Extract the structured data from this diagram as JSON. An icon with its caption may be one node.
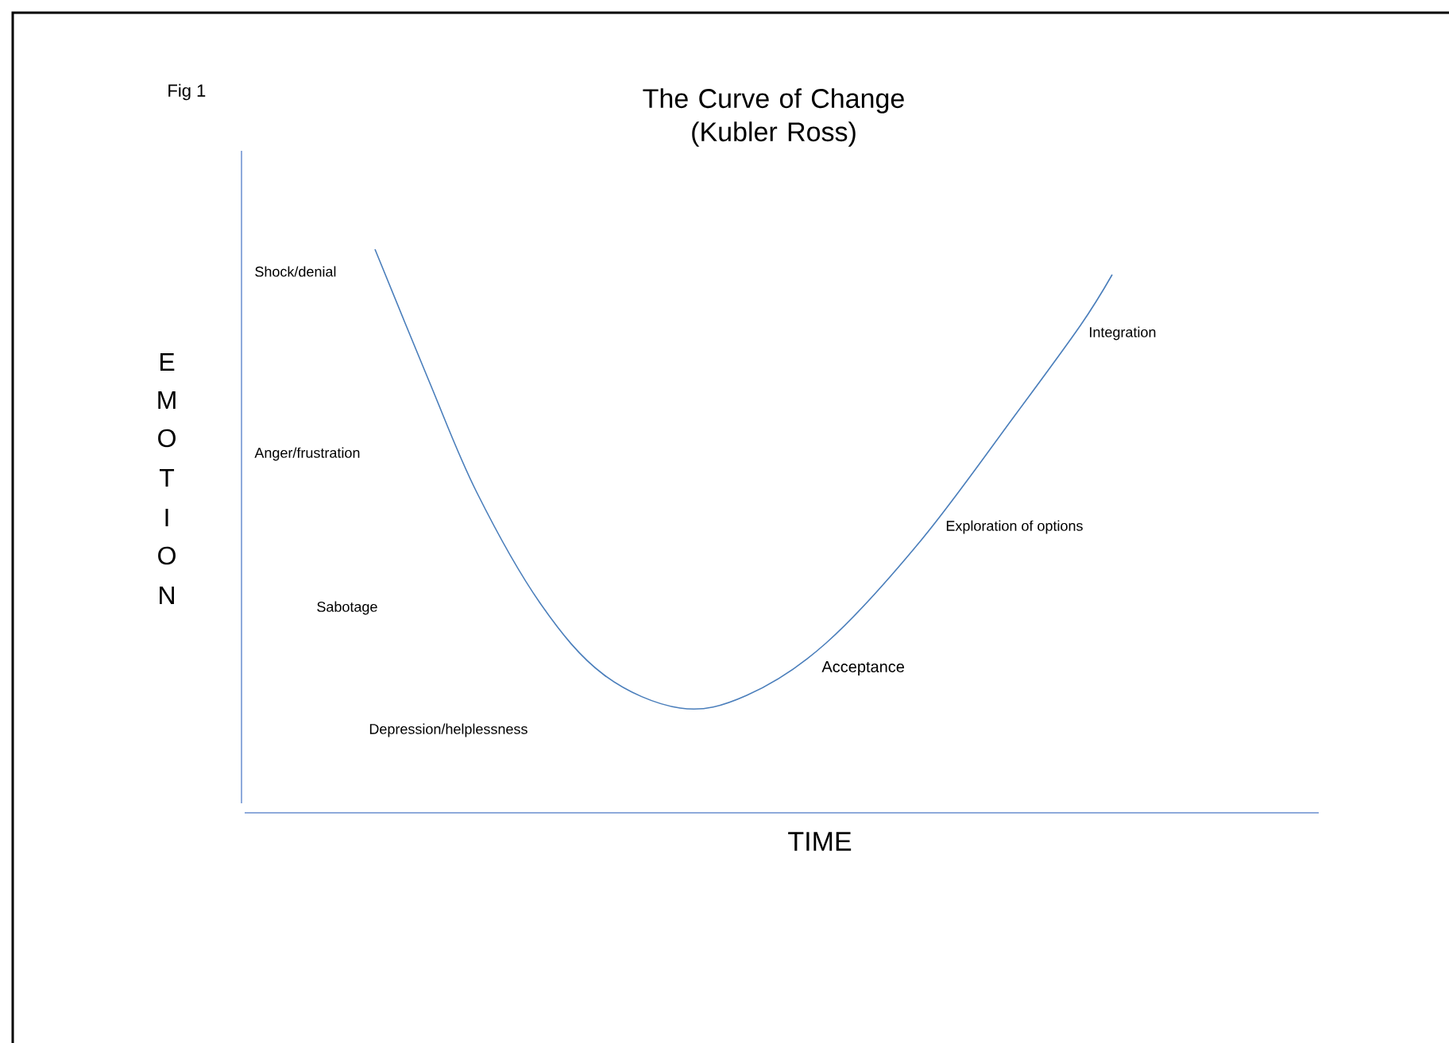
{
  "diagram": {
    "title": "The Curve of Change (Kubler Ross)",
    "labels": [
      "Fig 1",
      "Shock/denial",
      "Integration",
      "E",
      "M",
      "O",
      "T",
      "I",
      "O",
      "N",
      "Anger/frustration",
      "Exploration of options",
      "Sabotage",
      "Acceptance",
      "Depression/helplessness",
      "TIME"
    ]
  }
}
